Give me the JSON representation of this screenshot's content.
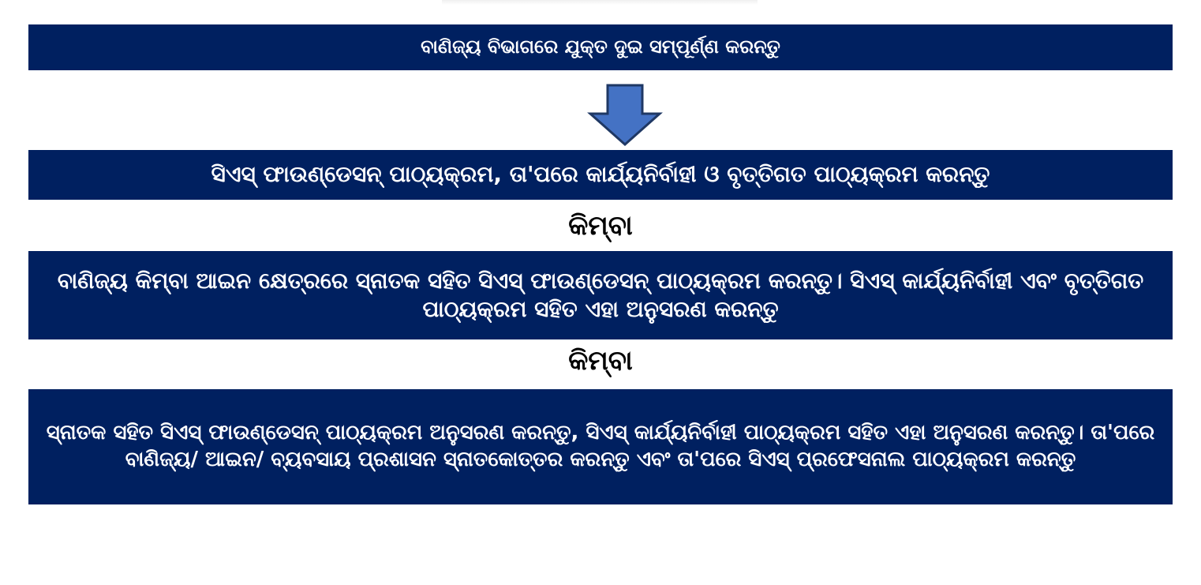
{
  "steps": {
    "step1": "ବାଣିଜ୍ୟ ବିଭାଗରେ ଯୁକ୍ତ ଦୁଇ ସମ୍ପୂର୍ଣ୍ଣ କରନ୍ତୁ",
    "step2": "ସିଏସ୍ ଫାଉଣ୍ଡେସନ୍ ପାଠ୍ୟକ୍ରମ, ତା'ପରେ କାର୍ଯ୍ୟନିର୍ବାହୀ ଓ ବୃତ୍ତିଗତ ପାଠ୍ୟକ୍ରମ  କରନ୍ତୁ",
    "or_label_1": "କିମ୍ବା",
    "step3": "ବାଣିଜ୍ୟ କିମ୍ବା ଆଇନ କ୍ଷେତ୍ରରେ ସ୍ନାତକ ସହିତ ସିଏସ୍ ଫାଉଣ୍ଡେସନ୍ ପାଠ୍ୟକ୍ରମ କରନ୍ତୁ। ସିଏସ୍ କାର୍ଯ୍ୟନିର୍ବାହୀ ଏବଂ ବୃତ୍ତିଗତ ପାଠ୍ୟକ୍ରମ ସହିତ ଏହା ଅନୁସରଣ କରନ୍ତୁ",
    "or_label_2": "କିମ୍ବା",
    "step4": "ସ୍ନାତକ ସହିତ ସିଏସ୍ ଫାଉଣ୍ଡେସନ୍ ପାଠ୍ୟକ୍ରମ ଅନୁସରଣ କରନ୍ତୁ, ସିଏସ୍ କାର୍ଯ୍ୟନିର୍ବାହୀ ପାଠ୍ୟକ୍ରମ ସହିତ ଏହା ଅନୁସରଣ କରନ୍ତୁ। ତା'ପରେ ବାଣିଜ୍ୟ/ ଆଇନ/ ବ୍ୟବସାୟ ପ୍ରଶାସନ ସ୍ନାତକୋତ୍ତର କରନ୍ତୁ ଏବଂ ତା'ପରେ ସିଏସ୍ ପ୍ରଫେସନାଲ ପାଠ୍ୟକ୍ରମ କରନ୍ତୁ"
  },
  "colors": {
    "box": "#002060",
    "arrow_fill": "#4472C4",
    "arrow_stroke": "#1F3864"
  }
}
